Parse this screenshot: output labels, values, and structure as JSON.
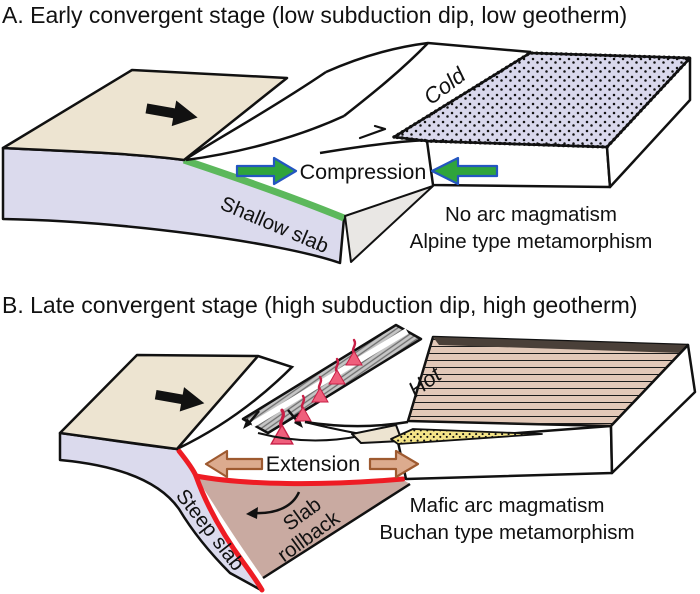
{
  "figure": {
    "panel_a": {
      "title": "A. Early convergent stage (low subduction dip, low geotherm)",
      "labels": {
        "slab": "Shallow slab",
        "temperature": "Cold",
        "stress": "Compression",
        "magmatism": "No arc magmatism",
        "metamorphism": "Alpine type metamorphism"
      },
      "colors": {
        "plate_top": "#ede4d1",
        "slab_side": "#dbdaed",
        "slab_interface_line": "#5cb85c",
        "stress_arrow_fill": "#2fa43c",
        "stress_arrow_outline": "#2456c0",
        "temperature_text": "#2d57be",
        "overriding_plate_top": "#d9d8ec",
        "mantle_wedge": "#e9e7e4"
      }
    },
    "panel_b": {
      "title": "B. Late convergent stage (high subduction dip, high geotherm)",
      "labels": {
        "slab": "Steep slab",
        "rollback_line1": "Slab",
        "rollback_line2": "rollback",
        "temperature": "Hot",
        "stress": "Extension",
        "magmatism": "Mafic arc magmatism",
        "metamorphism": "Buchan type metamorphism"
      },
      "colors": {
        "plate_top": "#ede4d1",
        "slab_side": "#dbdaed",
        "slab_interface_line": "#ee1c24",
        "stress_arrow_fill": "#dcab8e",
        "stress_arrow_outline": "#9e5a30",
        "temperature_text": "#e8242c",
        "rollback_region": "#c9aaa1",
        "extended_plate_top": "#e2c8b8",
        "basin_fill": "#f4e488",
        "volcano": "#ef5f7c",
        "volcano_accent": "#c81f46"
      }
    }
  }
}
